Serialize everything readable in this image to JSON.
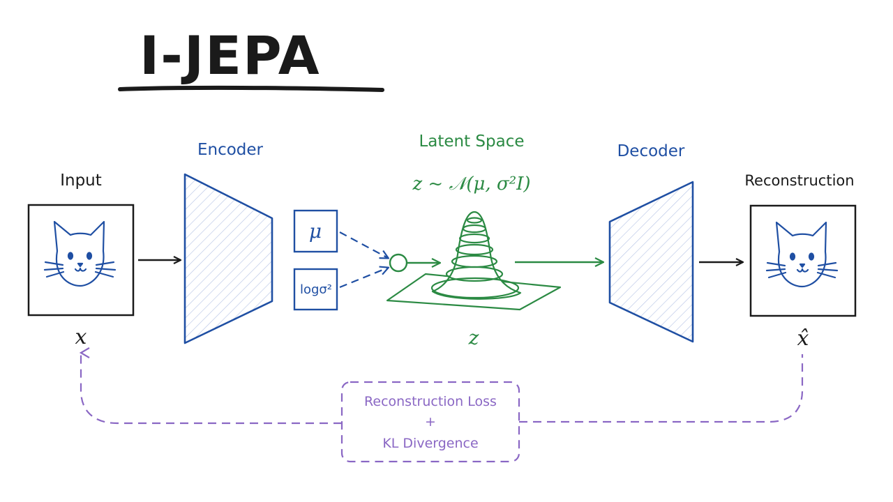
{
  "title": "I-JEPA",
  "labels": {
    "input": "Input",
    "encoder": "Encoder",
    "latent_space": "Latent Space",
    "latent_formula": "z ~ 𝒩(μ, σ²I)",
    "decoder": "Decoder",
    "reconstruction": "Reconstruction",
    "x": "x",
    "x_hat": "x̂",
    "z": "z",
    "mu": "μ",
    "logvar": "logσ²"
  },
  "loss_box": {
    "line1": "Reconstruction Loss",
    "line2": "+",
    "line3": "KL Divergence"
  },
  "colors": {
    "ink": "#1a1a1a",
    "blue": "#1f4fa3",
    "green": "#2b8a43",
    "purple": "#8a67c4"
  }
}
